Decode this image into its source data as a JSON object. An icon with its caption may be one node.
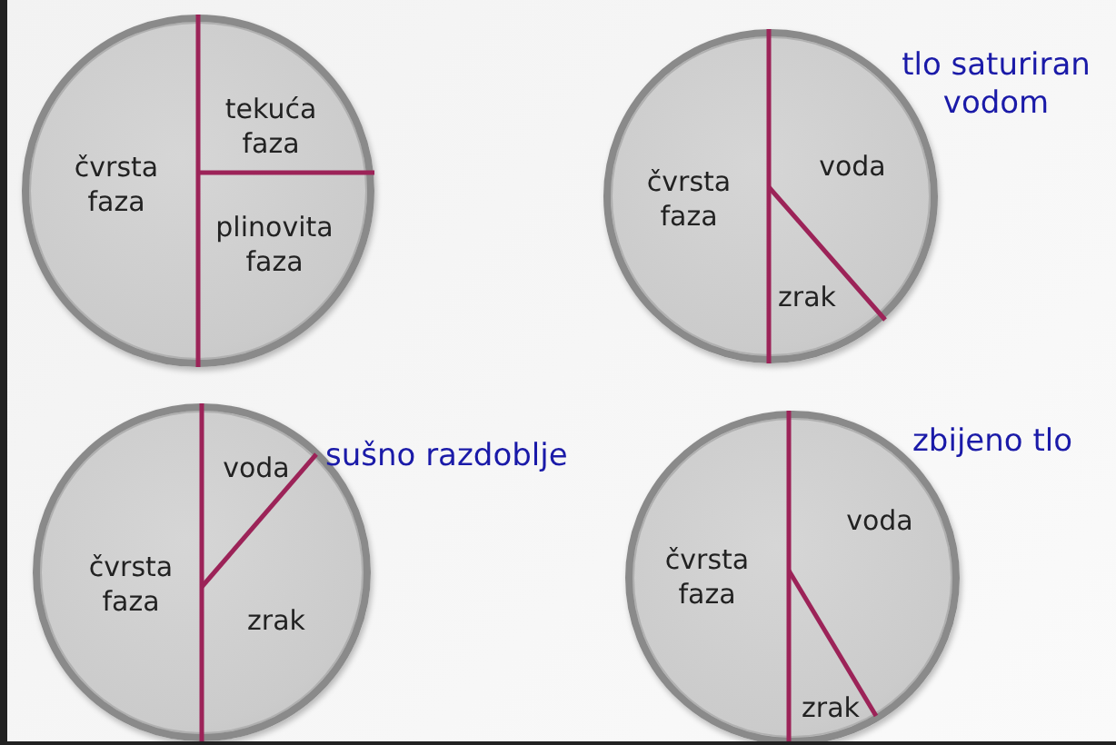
{
  "diagram": {
    "nodes": [
      {
        "text": [
          "čvrsta faza",
          "tekuća faza",
          "plinovita faza"
        ]
      },
      {
        "text": [
          "čvrsta faza",
          "voda",
          "zrak"
        ],
        "beside": [
          "tlo saturiran vodom"
        ]
      },
      {
        "text": [
          "čvrsta faza",
          "voda",
          "zrak"
        ],
        "beside": [
          "sušno razdoblje"
        ]
      },
      {
        "text": [
          "čvrsta faza",
          "voda",
          "zrak"
        ],
        "beside": [
          "zbijeno tlo"
        ]
      }
    ]
  }
}
